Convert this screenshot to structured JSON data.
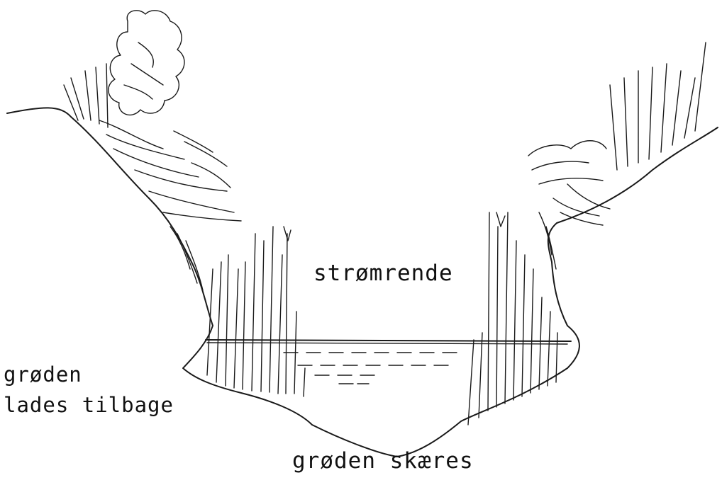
{
  "labels": {
    "channel": "strømrende",
    "left_line1": "grøden",
    "left_line2": "lades tilbage",
    "bottom": "grøden skæres"
  },
  "colors": {
    "ink": "#1a1a1a",
    "background": "#ffffff"
  }
}
